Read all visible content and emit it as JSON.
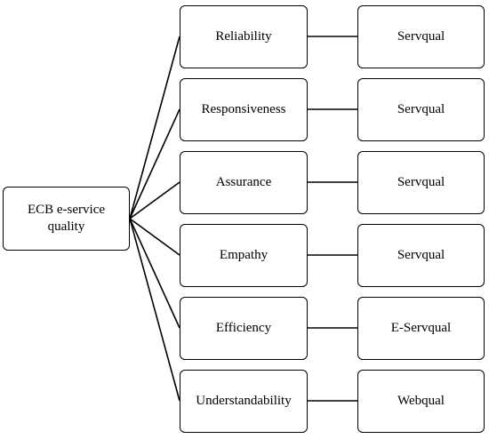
{
  "root": {
    "label": "ECB e-service quality"
  },
  "dimensions": [
    {
      "label": "Reliability",
      "source": "Servqual"
    },
    {
      "label": "Responsiveness",
      "source": "Servqual"
    },
    {
      "label": "Assurance",
      "source": "Servqual"
    },
    {
      "label": "Empathy",
      "source": "Servqual"
    },
    {
      "label": "Efficiency",
      "source": "E-Servqual"
    },
    {
      "label": "Understandability",
      "source": "Webqual"
    }
  ]
}
